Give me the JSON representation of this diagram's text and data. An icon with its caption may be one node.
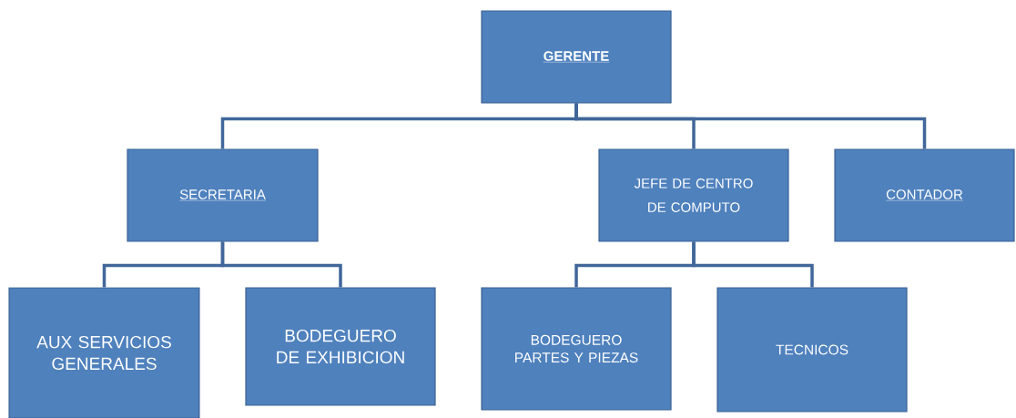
{
  "diagram": {
    "nodes": [
      {
        "text": [
          "GERENTE"
        ]
      },
      {
        "text": [
          "SECRETARIA"
        ]
      },
      {
        "text": [
          "JEFE DE CENTRO DE COMPUTO"
        ]
      },
      {
        "text": [
          "CONTADOR"
        ]
      },
      {
        "text": [
          "AUX SERVICIOS GENERALES"
        ]
      },
      {
        "text": [
          "BODEGUERO DE EXHIBICION"
        ]
      },
      {
        "text": [
          "BODEGUERO PARTES Y PIEZAS"
        ]
      },
      {
        "text": [
          "TECNICOS"
        ]
      }
    ],
    "edges": [
      {
        "from": 0,
        "to": 1,
        "arrow": "none"
      },
      {
        "from": 0,
        "to": 2,
        "arrow": "none"
      },
      {
        "from": 0,
        "to": 3,
        "arrow": "none"
      },
      {
        "from": 1,
        "to": 4,
        "arrow": "none"
      },
      {
        "from": 1,
        "to": 5,
        "arrow": "none"
      },
      {
        "from": 2,
        "to": 6,
        "arrow": "none"
      },
      {
        "from": 2,
        "to": 7,
        "arrow": "none"
      }
    ]
  }
}
